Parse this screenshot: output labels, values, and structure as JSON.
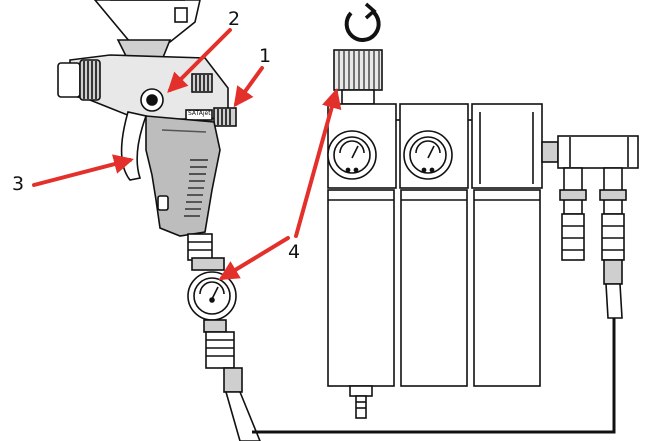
{
  "labels": {
    "n1": "1",
    "n2": "2",
    "n3": "3",
    "n4": "4"
  },
  "gun_brand_text": "SATAjet",
  "colors": {
    "arrow": "#e4302b",
    "line": "#111111",
    "body_gray": "#bdbdbd",
    "light_gray": "#e6e6e6",
    "background": "#ffffff"
  },
  "icons": {
    "rotate": "rotate-icon",
    "gauge": "pressure-gauge-icon"
  }
}
